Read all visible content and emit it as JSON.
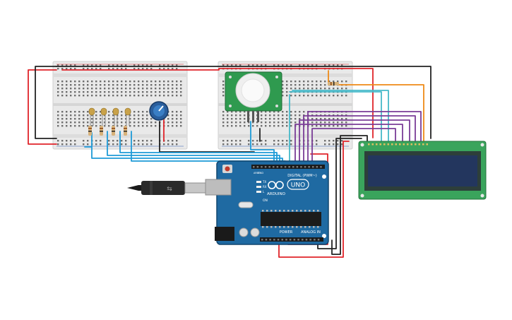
{
  "arduino": {
    "brand": "ARDUINO",
    "model": "UNO",
    "digital_label": "DIGITAL (PWM~)",
    "power_label": "POWER",
    "analog_label": "ANALOG IN",
    "on_label": "ON",
    "tx_label": "TX",
    "rx_label": "RX",
    "l_label": "L",
    "aref_label": "AREF",
    "gnd_label": "GND"
  },
  "colors": {
    "red": "#e0242a",
    "black": "#222222",
    "blue": "#1e9bd7",
    "cyan": "#45b9c9",
    "purple": "#7a3d97",
    "orange": "#ef8a17",
    "board_blue": "#1f6aa2",
    "pcb_green": "#2f9a4f",
    "lcd_green": "#3aa45c",
    "lcd_screen": "#23365e"
  },
  "components": {
    "leds": 4,
    "resistors_bottom": 4,
    "potentiometer": 1,
    "pir_sensor": 1,
    "lcd_16x2": 1
  }
}
